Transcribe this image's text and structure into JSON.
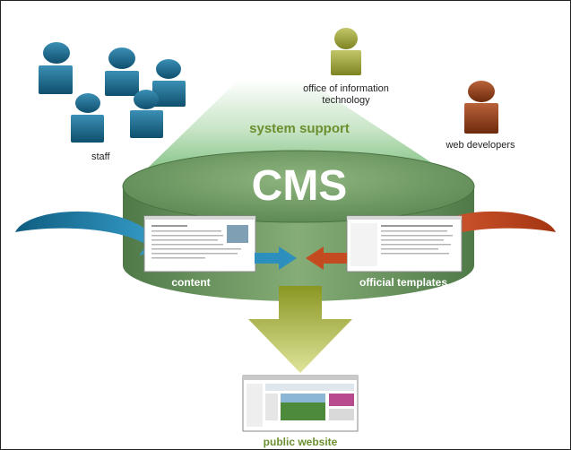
{
  "diagram": {
    "center_title": "CMS",
    "system_support_label": "system support",
    "staff_label": "staff",
    "oit_label_line1": "office of information",
    "oit_label_line2": "technology",
    "web_developers_label": "web developers",
    "content_label": "content",
    "templates_label": "official templates",
    "public_website_label": "public website"
  },
  "colors": {
    "staff_blue": "#17607f",
    "cylinder_green": "#6f9a62",
    "support_green": "#7fbf80",
    "oit_olive": "#9ea33b",
    "developer_brown": "#8a3a14",
    "arrow_blue": "#1f7fa8",
    "arrow_red": "#c2491f",
    "output_olive": "#aab63a",
    "label_green": "#6b8f2f"
  }
}
